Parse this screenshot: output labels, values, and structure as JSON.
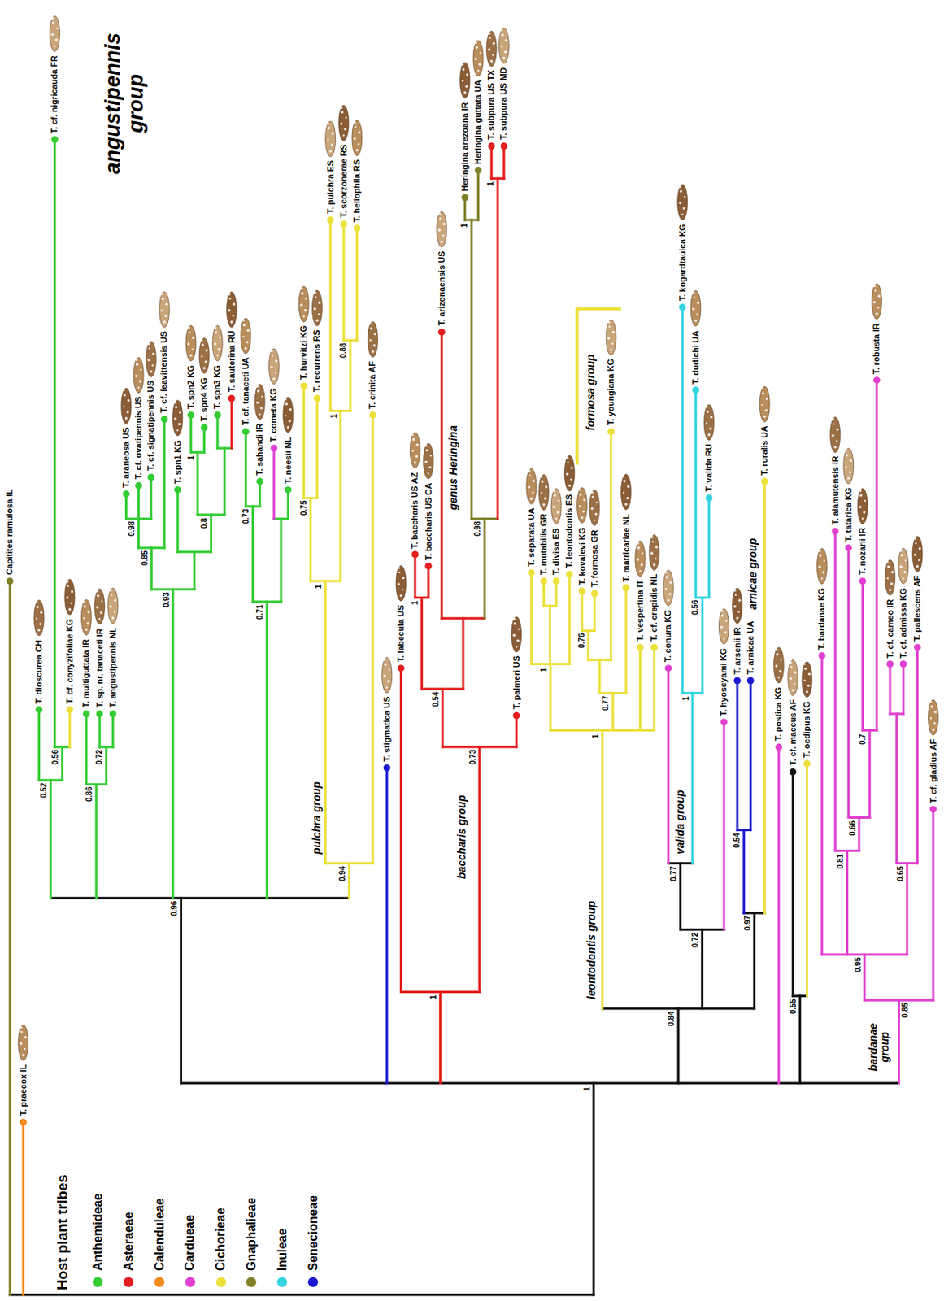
{
  "diagram": {
    "labels": [
      "Capitites ramulosa IL",
      "T. praecox IL",
      "T. dioscurea CH",
      "T. cf. nigricauda FR",
      "T. cf. conyzifoliae KG",
      "T. multiguttata IR",
      "T. sp. nr. tanaceti IR",
      "T. angustipennis NL",
      "T. araneosa US",
      "T. cf. ovatipennis US",
      "T. cf. signatipennis US",
      "T. cf. leavittensis US",
      "T. spn1 KG",
      "T. spn2 KG",
      "T. spn4 KG",
      "T. spn3 KG",
      "T. sauterina RU",
      "T. cf. tanaceti UA",
      "T. sahandi IR",
      "T. cometa KG",
      "T. neesii NL",
      "T. hurvitzi KG",
      "T. recurrens RS",
      "T. pulchra ES",
      "T. scorzonerae RS",
      "T. heliophila RS",
      "T. crinita AF",
      "T. stigmatica US",
      "T. labecula US",
      "T. baccharis US AZ",
      "T. baccharis US CA",
      "T. arizonaensis US",
      "Heringina arezoana IR",
      "Heringina guttata UA",
      "T. subpura US TX",
      "T. subpura US MD",
      "T. palmeri US",
      "T. separata UA",
      "T. mutabilis GR",
      "T. divisa ES",
      "T. leontodontis ES",
      "T. kovalevi KG",
      "T. formosa GR",
      "T. youngiana KG",
      "T. matricariae NL",
      "T. vespertina IT",
      "T. cf. crepidis NL",
      "T. conura KG",
      "T. kogardtauica KG",
      "T. dudichi UA",
      "T. valida RU",
      "T. hyoscyami KG",
      "T. arsenii IR",
      "T. arnicae UA",
      "T. ruralis UA",
      "T. postica KG",
      "T. cf. maccus AF",
      "T. oedipus KG",
      "T. bardanae KG",
      "T. alamutensis IR",
      "T. tatarica KG",
      "T. nozarii IR",
      "T. robusta IR",
      "T. cf. cameo IR",
      "T. cf. admissa KG",
      "T. pallescens AF",
      "T. cf. gladius AF",
      "angustipennis group",
      "pulchra group",
      "genus Heringina",
      "baccharis group",
      "formosa group",
      "leontodontis group",
      "valida group",
      "arnicae group",
      "bardanae group",
      "Host plant tribes",
      "0.56",
      "0.52",
      "0.72",
      "0.86",
      "0.98",
      "0.85",
      "1",
      "0.8",
      "0.93",
      "0.73",
      "0.71",
      "0.75",
      "0.88",
      "1",
      "1",
      "0.94",
      "0.96",
      "1",
      "1",
      "1",
      "0.98",
      "0.54",
      "0.73",
      "1",
      "1",
      "0.76",
      "0.77",
      "1",
      "0.56",
      "1",
      "0.77",
      "0.72",
      "0.54",
      "0.97",
      "0.84",
      "0.55",
      "0.7",
      "0.66",
      "0.81",
      "0.65",
      "0.95",
      "0.85",
      "1"
    ],
    "legend": [
      {
        "text": "Anthemideae",
        "color": "#33cc33"
      },
      {
        "text": "Asteraeae",
        "color": "#e41e1e"
      },
      {
        "text": "Calenduleae",
        "color": "#f28a1c"
      },
      {
        "text": "Cardueae",
        "color": "#e040d0"
      },
      {
        "text": "Cichorieae",
        "color": "#ece03a"
      },
      {
        "text": "Gnaphalieae",
        "color": "#808028"
      },
      {
        "text": "Inuleae",
        "color": "#33d4e0"
      },
      {
        "text": "Senecioneae",
        "color": "#1a1ad0"
      }
    ]
  }
}
